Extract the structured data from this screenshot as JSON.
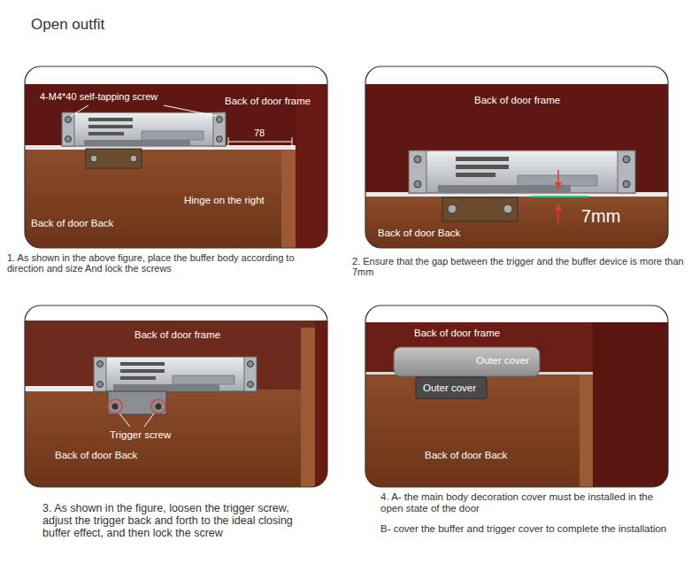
{
  "diagram": {
    "title": "Open outfit",
    "nodes": [
      {
        "text": [
          "4-M4*40 self-tapping screw",
          "Back of door frame",
          "78",
          "Hinge on the right",
          "Back of door Back",
          "1. As shown in the above figure, place the buffer body according to direction and size And lock the screws"
        ]
      },
      {
        "text": [
          "Back of door frame",
          "7mm",
          "Back of door Back",
          "2. Ensure that the gap between the trigger and the buffer device is more than 7mm"
        ]
      },
      {
        "text": [
          "Back of door frame",
          "Trigger screw",
          "Back of door Back",
          "3. As shown in the figure, loosen the trigger screw, adjust the trigger back and forth to the ideal closing buffer effect, and then lock the screw"
        ]
      },
      {
        "text": [
          "Back of door frame",
          "Outer cover",
          "Outer cover",
          "Back of door Back",
          "4. A- the main body decoration cover must be installed in the open state of the door",
          "B- cover the buffer and trigger cover to complete the installation"
        ]
      }
    ]
  }
}
